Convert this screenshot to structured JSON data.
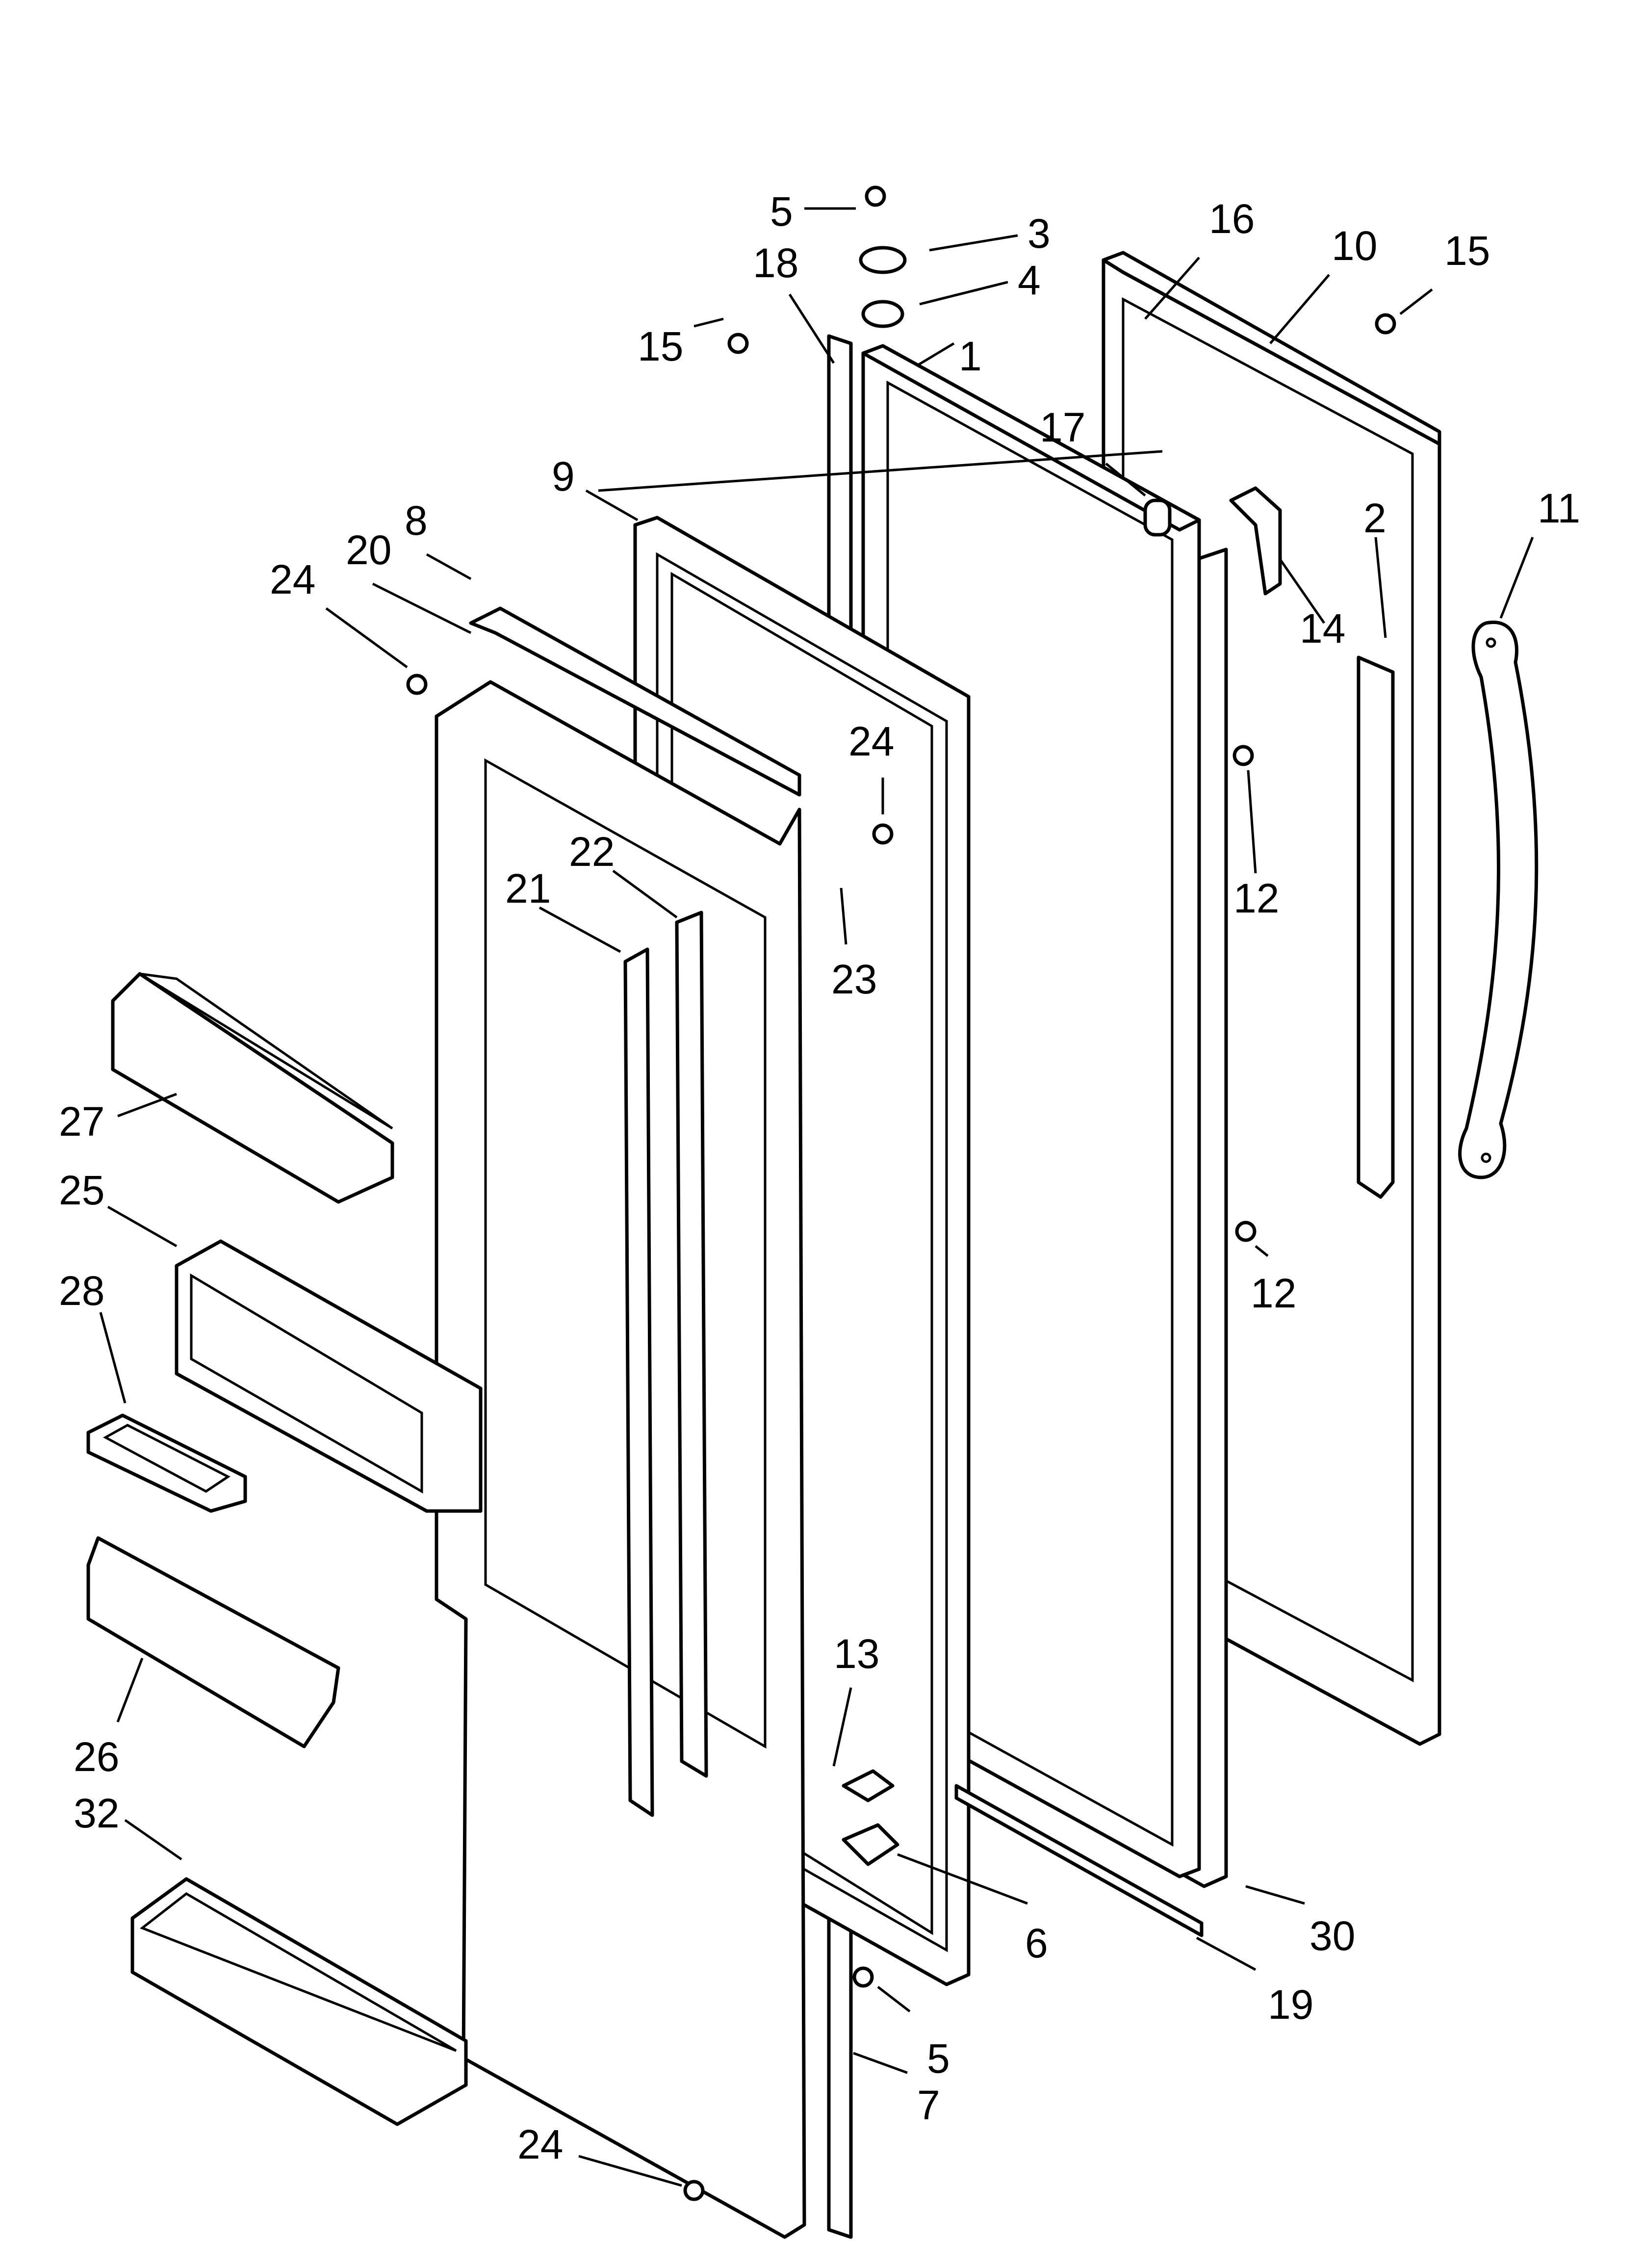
{
  "diagram": {
    "callouts": [
      {
        "id": "c-5-top",
        "label": "5"
      },
      {
        "id": "c-3",
        "label": "3"
      },
      {
        "id": "c-4",
        "label": "4"
      },
      {
        "id": "c-18",
        "label": "18"
      },
      {
        "id": "c-16",
        "label": "16"
      },
      {
        "id": "c-10",
        "label": "10"
      },
      {
        "id": "c-15-right",
        "label": "15"
      },
      {
        "id": "c-15-left",
        "label": "15"
      },
      {
        "id": "c-1",
        "label": "1"
      },
      {
        "id": "c-17",
        "label": "17"
      },
      {
        "id": "c-9",
        "label": "9"
      },
      {
        "id": "c-8",
        "label": "8"
      },
      {
        "id": "c-20",
        "label": "20"
      },
      {
        "id": "c-24-top",
        "label": "24"
      },
      {
        "id": "c-11",
        "label": "11"
      },
      {
        "id": "c-2",
        "label": "2"
      },
      {
        "id": "c-14",
        "label": "14"
      },
      {
        "id": "c-24-mid",
        "label": "24"
      },
      {
        "id": "c-22",
        "label": "22"
      },
      {
        "id": "c-21",
        "label": "21"
      },
      {
        "id": "c-23",
        "label": "23"
      },
      {
        "id": "c-12-top",
        "label": "12"
      },
      {
        "id": "c-27",
        "label": "27"
      },
      {
        "id": "c-25",
        "label": "25"
      },
      {
        "id": "c-12-bottom",
        "label": "12"
      },
      {
        "id": "c-28",
        "label": "28"
      },
      {
        "id": "c-13",
        "label": "13"
      },
      {
        "id": "c-26",
        "label": "26"
      },
      {
        "id": "c-32",
        "label": "32"
      },
      {
        "id": "c-6",
        "label": "6"
      },
      {
        "id": "c-30",
        "label": "30"
      },
      {
        "id": "c-19",
        "label": "19"
      },
      {
        "id": "c-5-bottom",
        "label": "5"
      },
      {
        "id": "c-24-bottom",
        "label": "24"
      },
      {
        "id": "c-7",
        "label": "7"
      }
    ]
  }
}
